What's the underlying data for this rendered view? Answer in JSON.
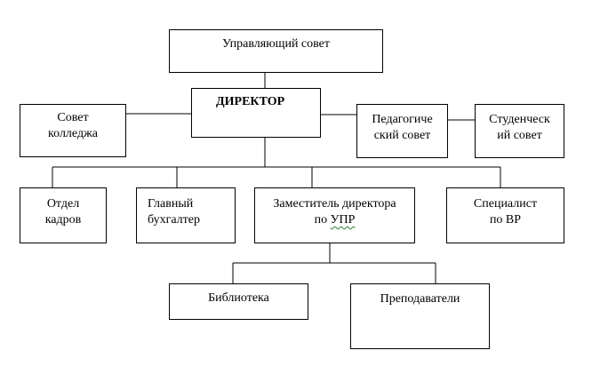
{
  "nodes": {
    "council": "Управляющий  совет",
    "director": "ДИРЕКТОР",
    "college_council": "Совет\nколледжа",
    "ped_council": "Педагогиче\nский совет",
    "student_council": "Студенческ\nий совет",
    "hr": "Отдел\nкадров",
    "accountant": "Главный\nбухгалтер",
    "deputy_line1": "Заместитель директора",
    "deputy_line2_prefix": "по  ",
    "deputy_line2_abbr": "УПР",
    "specialist": "Специалист\nпо  ВР",
    "library": "Библиотека",
    "teachers": "Преподаватели"
  }
}
